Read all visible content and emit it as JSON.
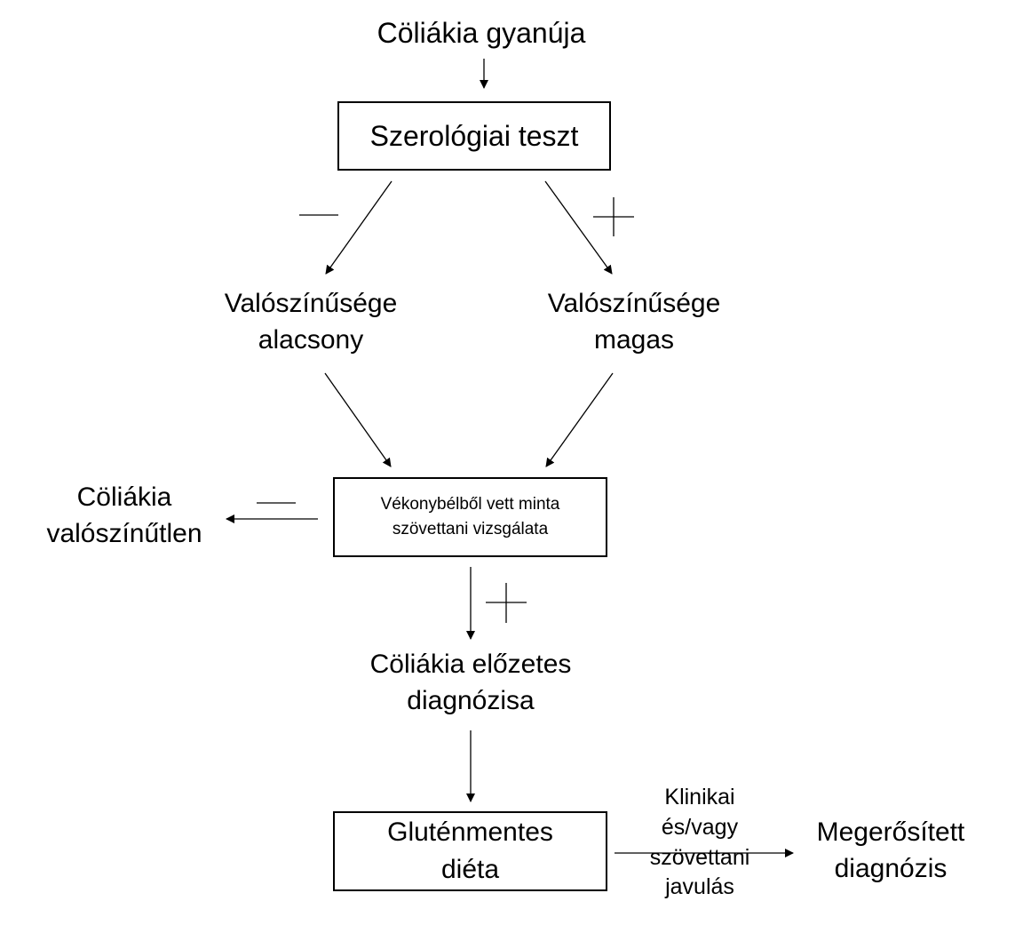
{
  "nodes": {
    "suspicion": "Cöliákia gyanúja",
    "serology_test": "Szerológiai teszt",
    "low_probability": [
      "Valószínűsége",
      "alacsony"
    ],
    "high_probability": [
      "Valószínűsége",
      "magas"
    ],
    "biopsy": [
      "Vékonybélből vett minta",
      "szövettani vizsgálata"
    ],
    "unlikely": [
      "Cöliákia",
      "valószínűtlen"
    ],
    "preliminary_diagnosis": [
      "Cöliákia előzetes",
      "diagnózisa"
    ],
    "gluten_free_diet": [
      "Gluténmentes",
      "diéta"
    ],
    "confirmed_diagnosis": [
      "Megerősített",
      "diagnózis"
    ]
  },
  "edges": {
    "improvement_label": [
      "Klinikai",
      "és/vagy",
      "szövettani",
      "javulás"
    ]
  }
}
